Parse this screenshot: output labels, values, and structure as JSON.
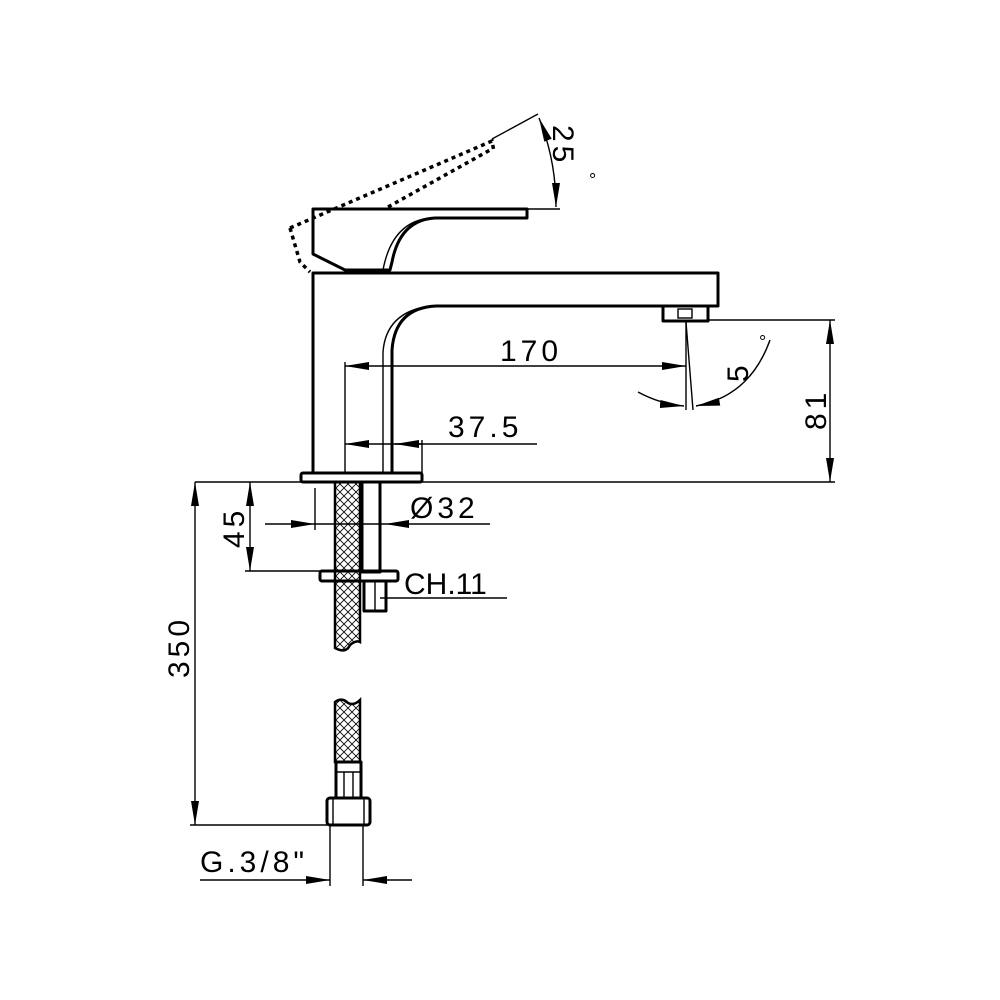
{
  "title": "Basin mixer technical drawing",
  "colors": {
    "line": "#000000",
    "background": "#ffffff"
  },
  "dimensions": {
    "lever_angle": "25",
    "spout_angle": "5",
    "degree_symbol": "°",
    "spout_reach": "170",
    "tap_center_offset": "37.5",
    "spout_height": "81",
    "hole_diameter": "Ø32",
    "max_deck_thickness": "45",
    "nut_key": "CH.11",
    "hose_length": "350",
    "hose_thread": "G.3/8\""
  }
}
